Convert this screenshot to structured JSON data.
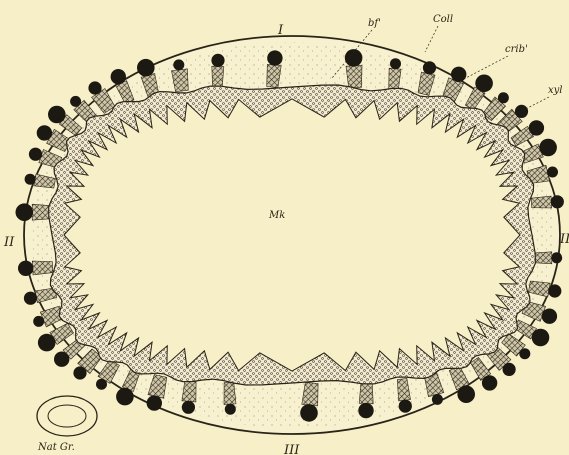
{
  "labels": {
    "I": "I",
    "II_left": "II",
    "II_right": "II",
    "III": "III",
    "bf": "bf'",
    "coll": "Coll",
    "crib": "crib'",
    "xyl": "xyl",
    "mk": "Mk",
    "natgr": "Nat Gr."
  },
  "colors": {
    "paper": "#f6efc7",
    "ink": "#2a2418",
    "strand": "#1c1812"
  }
}
